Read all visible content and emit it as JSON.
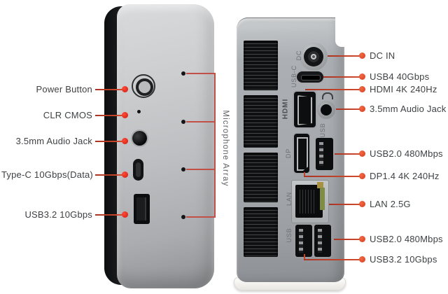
{
  "front": {
    "labels": [
      "Power Button",
      "CLR CMOS",
      "3.5mm Audio Jack",
      "Type-C 10Gbps(Data)",
      "USB3.2 10Gbps"
    ],
    "mic_array_label": "Microphone Array"
  },
  "back": {
    "labels": [
      "DC IN",
      "USB4 40Gbps",
      "HDMI 4K 240Hz",
      "3.5mm Audio Jack",
      "USB2.0 480Mbps",
      "DP1.4 4K 240Hz",
      "LAN 2.5G",
      "USB2.0 480Mbps",
      "USB3.2 10Gbps"
    ],
    "port_labels": {
      "dc": "DC",
      "usbc": "USB-C",
      "hdmi": "HDMI",
      "usb_top": "USB",
      "dp": "DP",
      "lan": "LAN",
      "usb_bottom": "USB"
    }
  },
  "colors": {
    "leader_red": "#c0392b",
    "dot_red_left": "#e02a1c",
    "dot_orange_right": "#e04a2c",
    "label_text": "#3f4143",
    "lan_tab_green": "#7e8c45"
  }
}
